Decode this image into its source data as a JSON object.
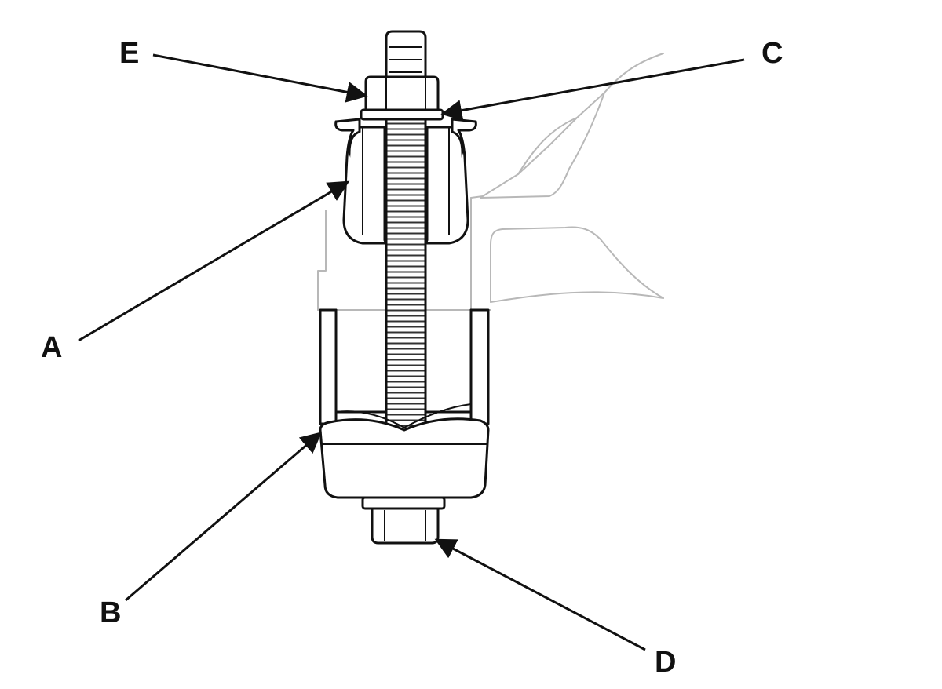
{
  "diagram": {
    "callouts": [
      {
        "id": "A",
        "label": "A"
      },
      {
        "id": "B",
        "label": "B"
      },
      {
        "id": "C",
        "label": "C"
      },
      {
        "id": "D",
        "label": "D"
      },
      {
        "id": "E",
        "label": "E"
      }
    ]
  },
  "colors": {
    "line": "#111111",
    "ghost_line": "#b8b8b8",
    "part_fill": "#ffffff",
    "thread_fill": "#e8e8e8",
    "background": "#ffffff"
  }
}
